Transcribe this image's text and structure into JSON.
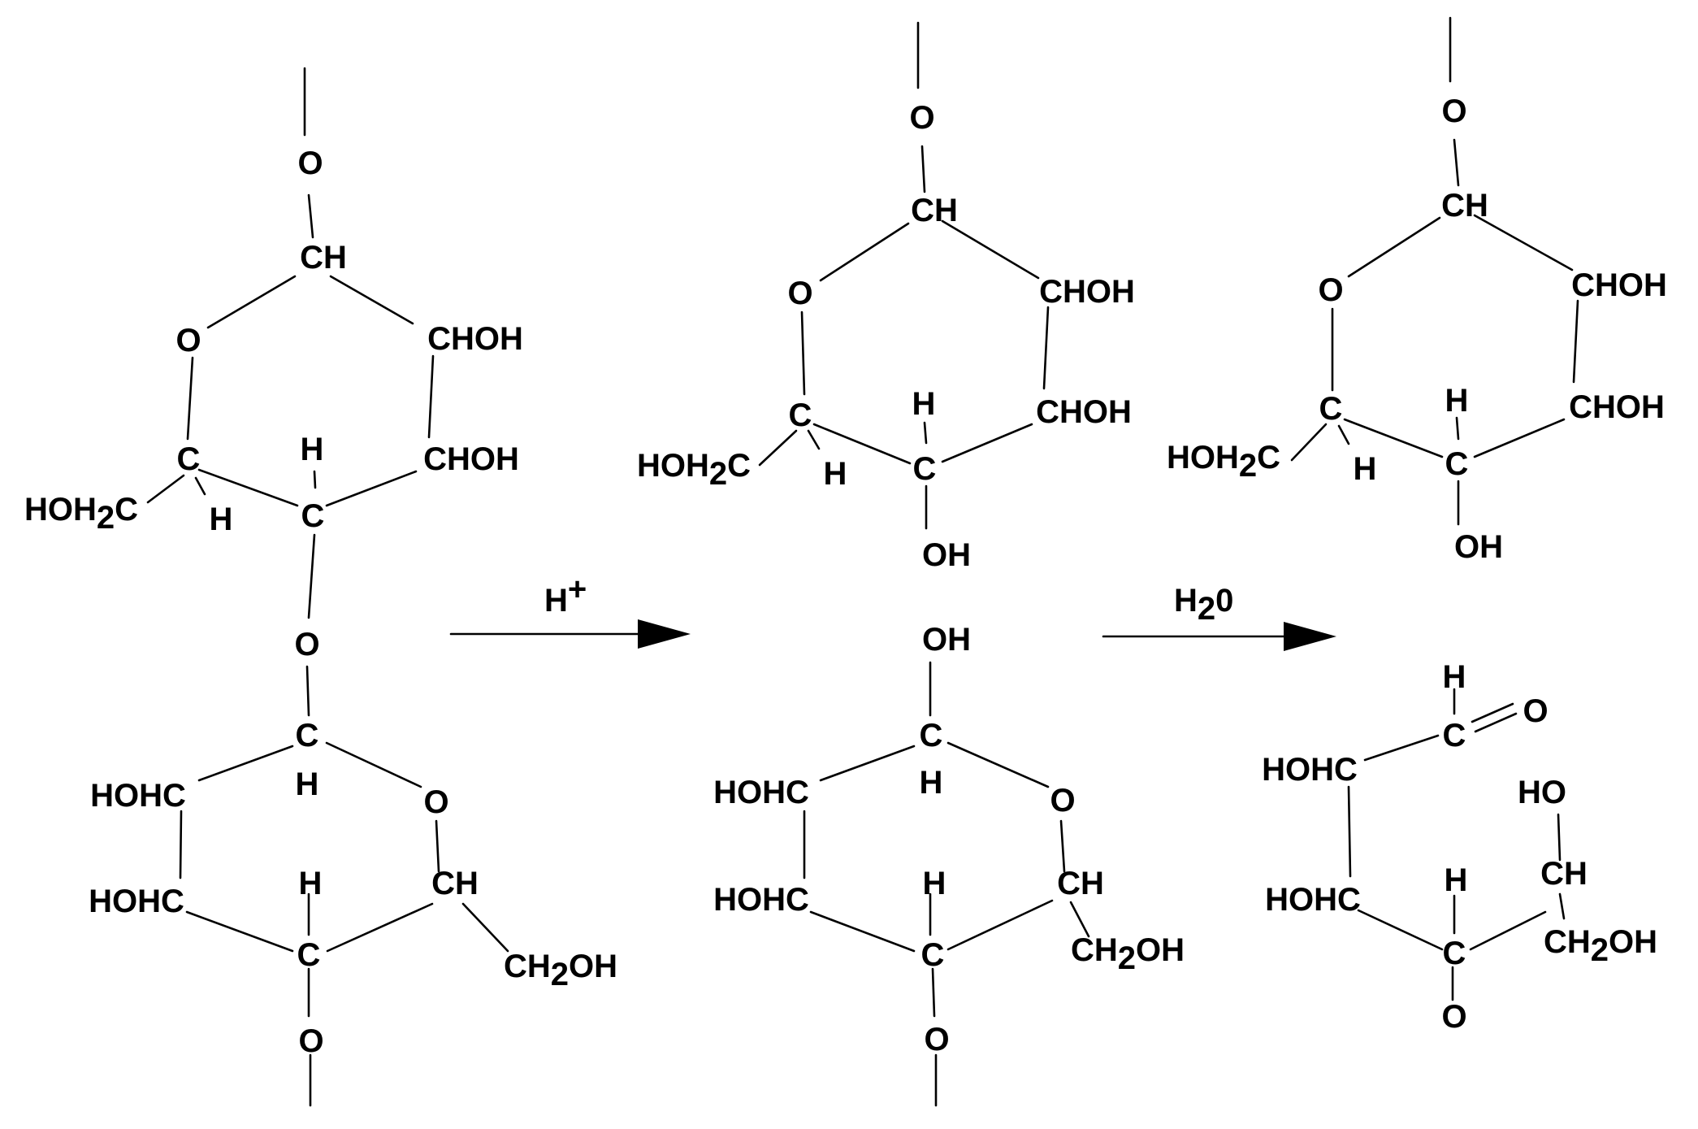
{
  "reactant_top": {
    "o_top": "O",
    "ch_anomeric": "CH",
    "o_ring": "O",
    "choh_1": "CHOH",
    "choh_2": "CHOH",
    "h_c4": "H",
    "c5": "C",
    "hoh2c_prefix": "HOH",
    "hoh2c_sub": "2",
    "hoh2c_suffix": "C",
    "h_c5": "H",
    "c4": "C",
    "o_link": "O"
  },
  "reactant_bottom": {
    "c_anomeric": "C",
    "h_anomeric": "H",
    "o_ring": "O",
    "hohc_1": "HOHC",
    "hohc_2": "HOHC",
    "h_c4": "H",
    "ch": "CH",
    "c4": "C",
    "ch2oh_prefix": "CH",
    "ch2oh_sub": "2",
    "ch2oh_suffix": "OH",
    "o_bottom": "O"
  },
  "arrow_1": {
    "label_main": "H",
    "label_sup": "+"
  },
  "arrow_2": {
    "label_prefix": "H",
    "label_sub": "2",
    "label_suffix": "0"
  },
  "intermediate_top": {
    "o_top": "O",
    "ch_anomeric": "CH",
    "o_ring": "O",
    "choh_1": "CHOH",
    "choh_2": "CHOH",
    "h_c4": "H",
    "c5": "C",
    "hoh2c_prefix": "HOH",
    "hoh2c_sub": "2",
    "hoh2c_suffix": "C",
    "h_c5": "H",
    "c4": "C",
    "oh": "OH"
  },
  "intermediate_bottom": {
    "oh_top": "OH",
    "c_anomeric": "C",
    "h_anomeric": "H",
    "o_ring": "O",
    "hohc_1": "HOHC",
    "hohc_2": "HOHC",
    "h_c4": "H",
    "ch": "CH",
    "c4": "C",
    "ch2oh_prefix": "CH",
    "ch2oh_sub": "2",
    "ch2oh_suffix": "OH",
    "o_bottom": "O"
  },
  "product_top": {
    "o_top": "O",
    "ch_anomeric": "CH",
    "o_ring": "O",
    "choh_1": "CHOH",
    "choh_2": "CHOH",
    "h_c4": "H",
    "c5": "C",
    "hoh2c_prefix": "HOH",
    "hoh2c_sub": "2",
    "hoh2c_suffix": "C",
    "h_c5": "H",
    "c4": "C",
    "oh": "OH"
  },
  "product_bottom": {
    "h_aldehyde": "H",
    "c_aldehyde": "C",
    "o_aldehyde": "O",
    "hohc_1": "HOHC",
    "hohc_2": "HOHC",
    "h_c4": "H",
    "c4": "C",
    "o_c4": "O",
    "ho": "HO",
    "ch": "CH",
    "ch2oh_prefix": "CH",
    "ch2oh_sub": "2",
    "ch2oh_suffix": "OH"
  }
}
